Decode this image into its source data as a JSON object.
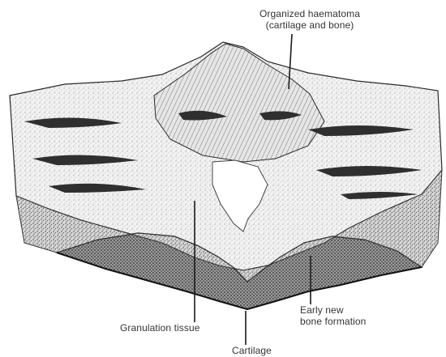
{
  "labels": {
    "organized_line1": "Organized haematoma",
    "organized_line2": "(cartilage and bone)",
    "granulation": "Granulation tissue",
    "early_line1": "Early new",
    "early_line2": "bone formation",
    "cartilage": "Cartilage"
  },
  "colors": {
    "ink": "#2a2a2a",
    "stipple_light": "#cfcfcf",
    "stipple_dark": "#5a5a5a",
    "background": "#ffffff"
  }
}
